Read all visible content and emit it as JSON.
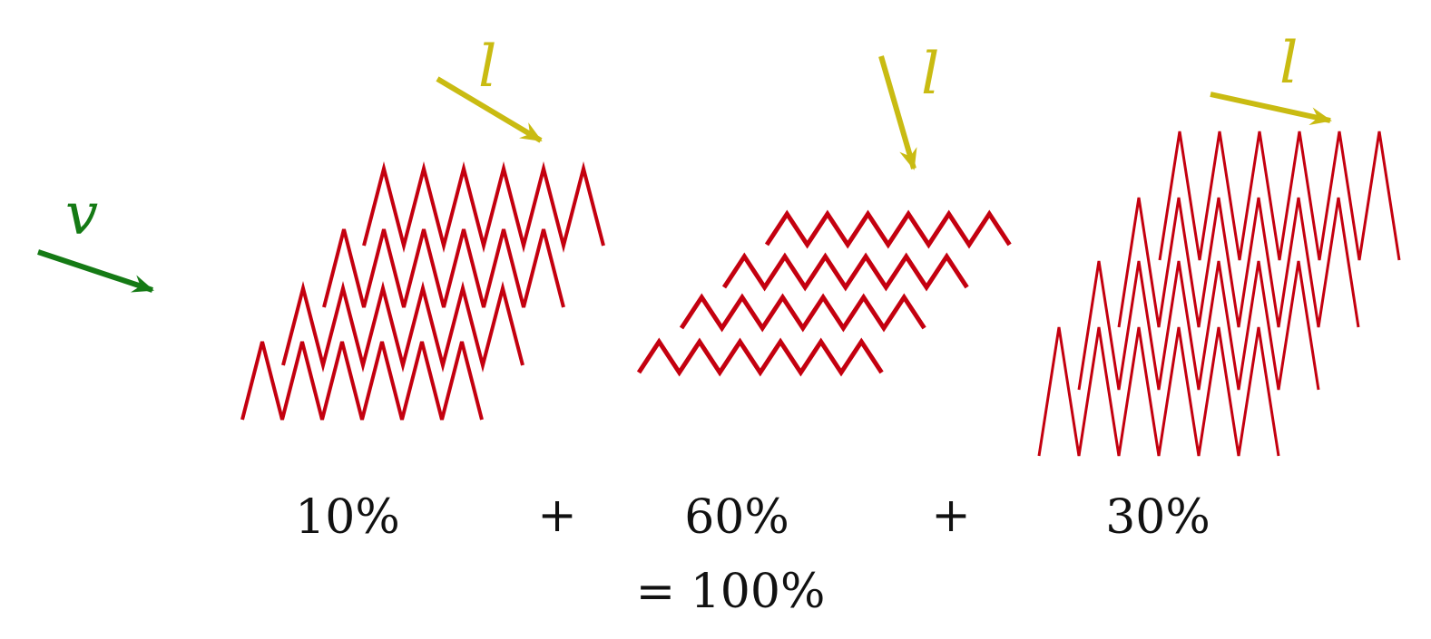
{
  "colors": {
    "wave": "#c4000f",
    "vector_v": "#157a15",
    "vector_l": "#c9bb12",
    "text": "#111111"
  },
  "vector_v": {
    "label": "v"
  },
  "panels": [
    {
      "id": "panel-1",
      "light_label": "l",
      "percent": "10%",
      "wave_style": "steep"
    },
    {
      "id": "panel-2",
      "light_label": "l",
      "percent": "60%",
      "wave_style": "shallow"
    },
    {
      "id": "panel-3",
      "light_label": "l",
      "percent": "30%",
      "wave_style": "tall"
    }
  ],
  "operators": {
    "plus_1": "+",
    "plus_2": "+"
  },
  "total": "= 100%"
}
